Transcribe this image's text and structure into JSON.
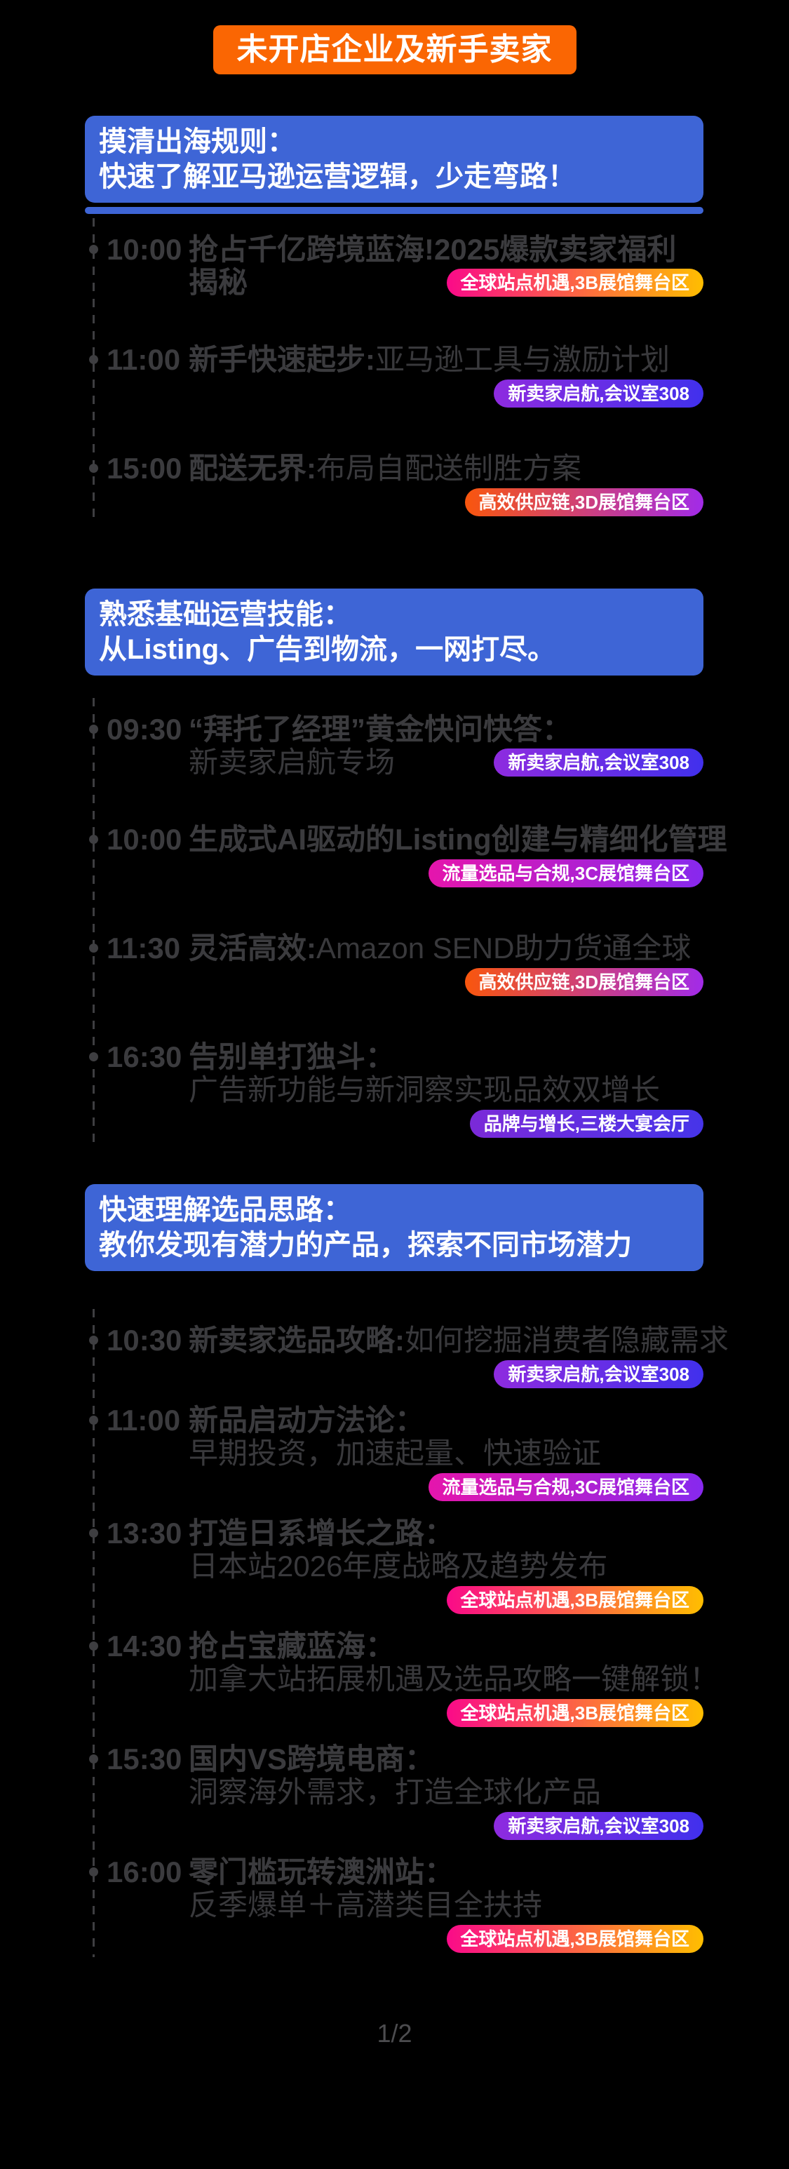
{
  "page": {
    "background": "#000000",
    "page_indicator": "1/2"
  },
  "colors": {
    "badge_orange": "#FA6603",
    "header_blue": "#3E65D6",
    "item_text_gray": "#3B3B3E",
    "tag_gradients": {
      "py": [
        "#FA0A89",
        "#FFBE00"
      ],
      "vb": [
        "#8E2BDF",
        "#4130EC"
      ],
      "op": [
        "#F9560D",
        "#A22BE8"
      ],
      "mv": [
        "#E515AC",
        "#8729EE"
      ],
      "pb": [
        "#7B2AD8",
        "#4634E9"
      ]
    }
  },
  "header_badge": {
    "label": "未开店企业及新手卖家"
  },
  "sections": [
    {
      "title_line1": "摸清出海规则：",
      "title_line2": "快速了解亚马逊运营逻辑，少走弯路！",
      "items": [
        {
          "time": "10:00",
          "title_bold": "抢占千亿跨境蓝海!2025爆款卖家福利",
          "line2": "揭秘",
          "tag": {
            "label": "全球站点机遇,3B展馆舞台区",
            "grad": "py"
          }
        },
        {
          "time": "11:00",
          "title_bold": "新手快速起步:",
          "title_rest": "亚马逊工具与激励计划",
          "tag": {
            "label": "新卖家启航,会议室308",
            "grad": "vb"
          }
        },
        {
          "time": "15:00",
          "title_bold": "配送无界:",
          "title_rest": "布局自配送制胜方案",
          "tag": {
            "label": "高效供应链,3D展馆舞台区",
            "grad": "op"
          }
        }
      ]
    },
    {
      "title_line1": "熟悉基础运营技能：",
      "title_line2": "从Listing、广告到物流，一网打尽。",
      "items": [
        {
          "time": "09:30",
          "title_bold": "“拜托了经理”黄金快问快答：",
          "line2": "新卖家启航专场",
          "tag": {
            "label": "新卖家启航,会议室308",
            "grad": "vb"
          }
        },
        {
          "time": "10:00",
          "title_bold": "生成式AI驱动的Listing创建与精细化管理",
          "tag": {
            "label": "流量选品与合规,3C展馆舞台区",
            "grad": "mv"
          }
        },
        {
          "time": "11:30",
          "title_bold": "灵活高效:",
          "title_rest": "Amazon SEND助力货通全球",
          "tag": {
            "label": "高效供应链,3D展馆舞台区",
            "grad": "op"
          }
        },
        {
          "time": "16:30",
          "title_bold": "告别单打独斗：",
          "line2": "广告新功能与新洞察实现品效双增长",
          "tag": {
            "label": "品牌与增长,三楼大宴会厅",
            "grad": "pb"
          }
        }
      ]
    },
    {
      "title_line1": "快速理解选品思路：",
      "title_line2": "教你发现有潜力的产品，探索不同市场潜力",
      "items": [
        {
          "time": "10:30",
          "title_bold": "新卖家选品攻略:",
          "title_rest": "如何挖掘消费者隐藏需求",
          "tag": {
            "label": "新卖家启航,会议室308",
            "grad": "vb"
          }
        },
        {
          "time": "11:00",
          "title_bold": "新品启动方法论：",
          "line2": "早期投资，加速起量、快速验证",
          "tag": {
            "label": "流量选品与合规,3C展馆舞台区",
            "grad": "mv"
          }
        },
        {
          "time": "13:30",
          "title_bold": "打造日系增长之路：",
          "line2": "日本站2026年度战略及趋势发布",
          "tag": {
            "label": "全球站点机遇,3B展馆舞台区",
            "grad": "py"
          }
        },
        {
          "time": "14:30",
          "title_bold": "抢占宝藏蓝海：",
          "line2": "加拿大站拓展机遇及选品攻略一键解锁！",
          "tag": {
            "label": "全球站点机遇,3B展馆舞台区",
            "grad": "py"
          }
        },
        {
          "time": "15:30",
          "title_bold": "国内VS跨境电商：",
          "line2": "洞察海外需求，打造全球化产品",
          "tag": {
            "label": "新卖家启航,会议室308",
            "grad": "vb"
          }
        },
        {
          "time": "16:00",
          "title_bold": "零门槛玩转澳洲站：",
          "line2": "反季爆单＋高潜类目全扶持",
          "tag": {
            "label": "全球站点机遇,3B展馆舞台区",
            "grad": "py"
          }
        }
      ]
    }
  ]
}
